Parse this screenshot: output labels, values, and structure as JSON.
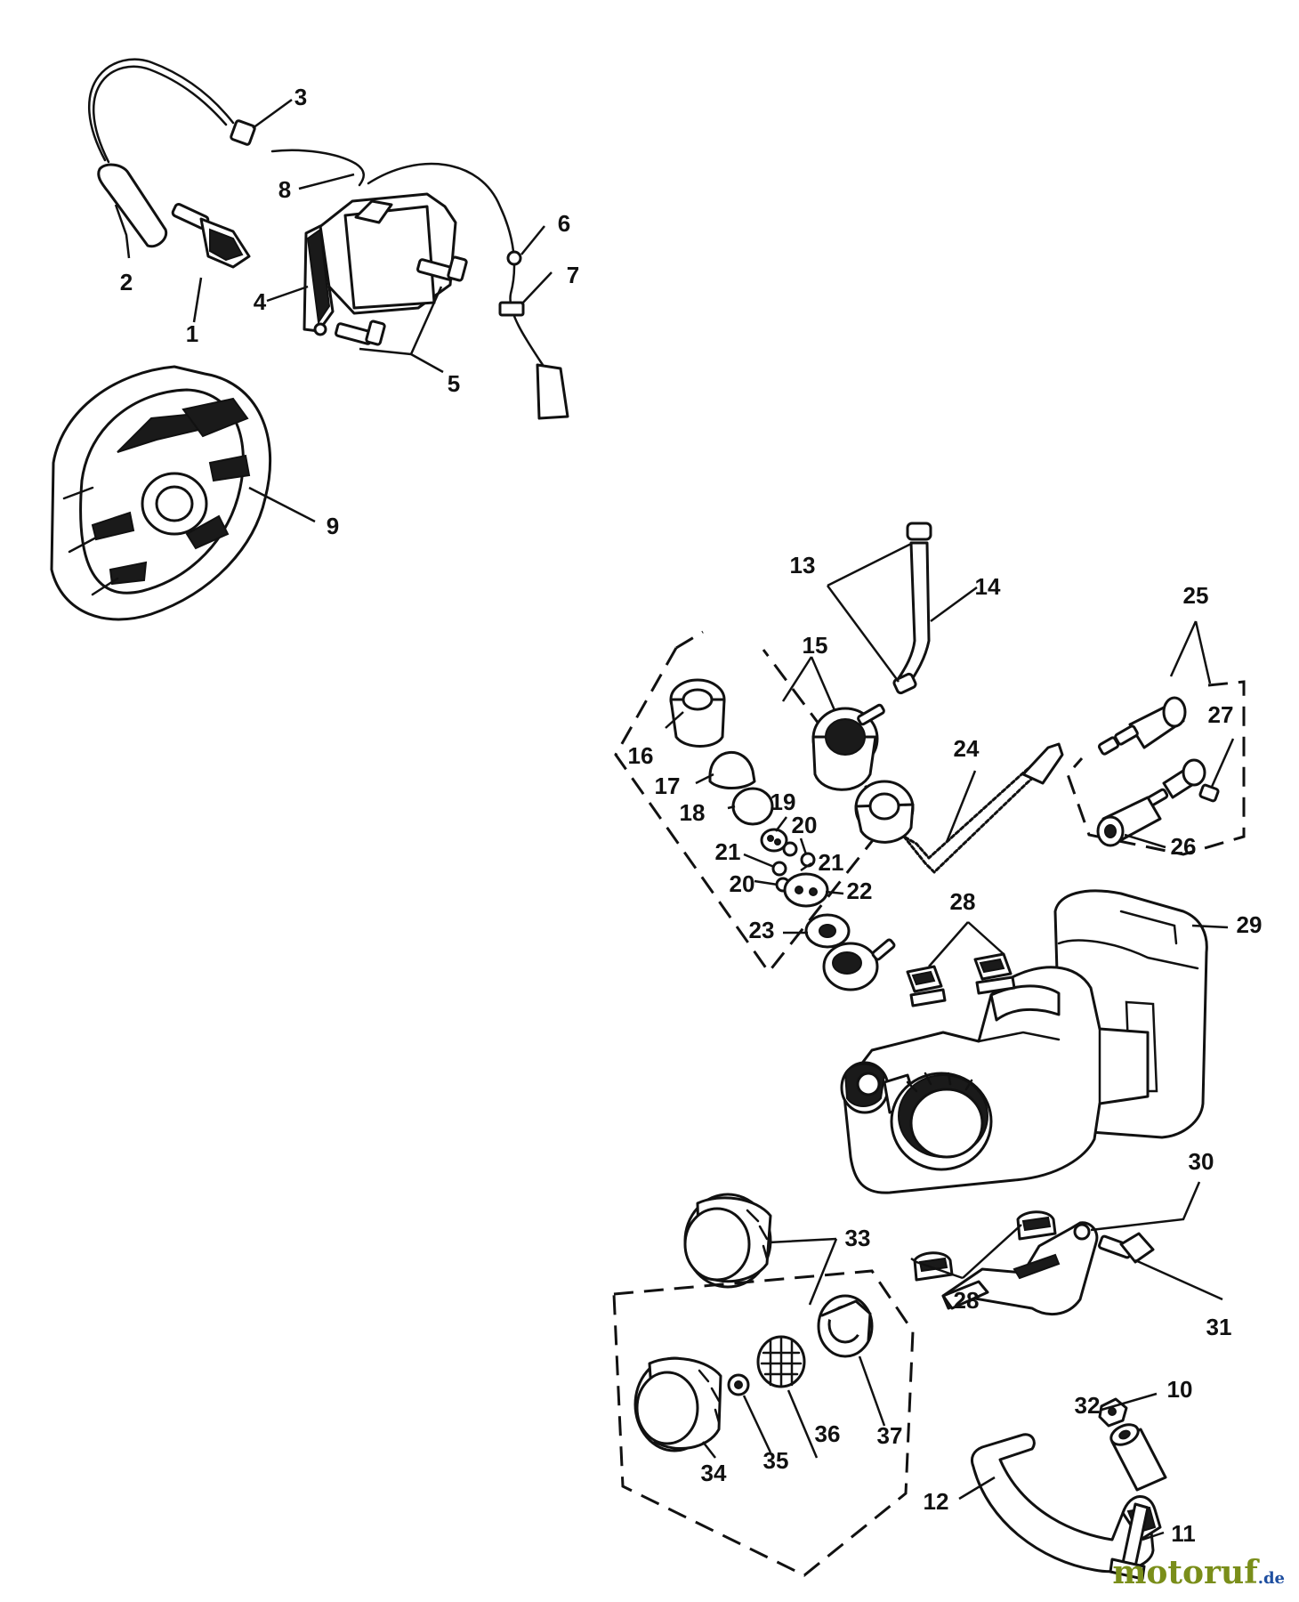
{
  "diagram": {
    "part_numbers": [
      "1",
      "2",
      "3",
      "4",
      "5",
      "6",
      "7",
      "8",
      "9",
      "10",
      "11",
      "12",
      "13",
      "14",
      "15",
      "16",
      "17",
      "18",
      "19",
      "20",
      "20",
      "21",
      "21",
      "22",
      "23",
      "24",
      "25",
      "26",
      "27",
      "28",
      "28",
      "29",
      "30",
      "31",
      "32",
      "33",
      "34",
      "35",
      "36",
      "37"
    ]
  },
  "brand": {
    "name": "motoruf",
    "suffix": ".de",
    "color_primary": "#7a8e1a",
    "color_secondary": "#1f4fa0"
  },
  "colors": {
    "ink": "#111111",
    "background": "#ffffff"
  }
}
